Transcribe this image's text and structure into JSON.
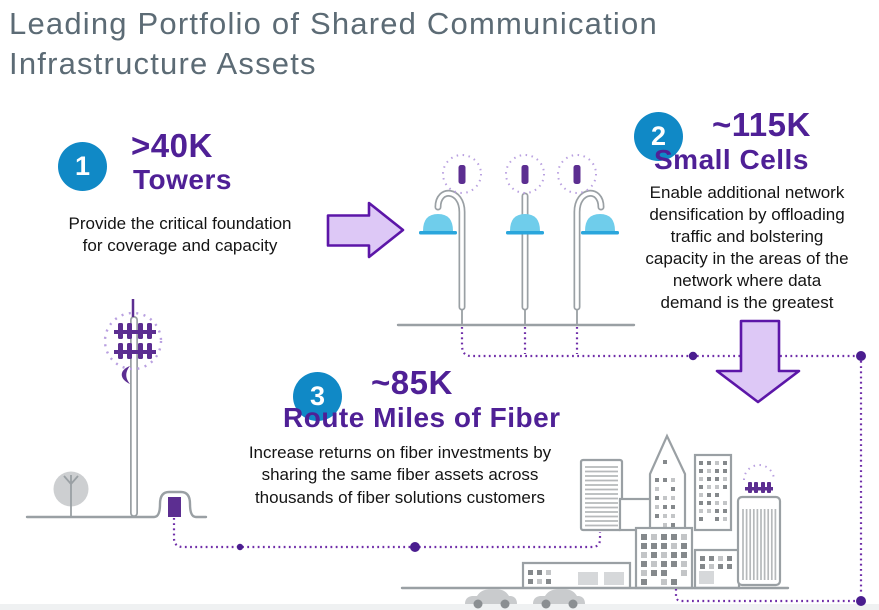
{
  "title": {
    "text": "Leading Portfolio of Shared Communication\nInfrastructure Assets"
  },
  "sections": [
    {
      "number": "1",
      "stat": ">40K",
      "label": "Towers",
      "description": "Provide the critical foundation\nfor coverage and capacity"
    },
    {
      "number": "2",
      "stat": "~115K",
      "label": "Small Cells",
      "description": "Enable additional network\ndensification by offloading\ntraffic and bolstering\ncapacity in the areas of the\nnetwork where data\ndemand is the greatest"
    },
    {
      "number": "3",
      "stat": "~85K",
      "label": "Route Miles of Fiber",
      "description": "Increase returns on fiber investments by\nsharing the same fiber assets across\nthousands of fiber solutions customers"
    }
  ],
  "icons": {
    "tower": "macro-tower-illustration",
    "small_cells": "small-cell-poles-illustration",
    "skyline": "city-skyline-illustration",
    "fiber": "fiber-route-dotted-line",
    "arrow_right": "flow-arrow-right-icon",
    "arrow_down": "flow-arrow-down-icon"
  },
  "colors": {
    "title_gray": "#5c6b75",
    "badge_blue": "#1089c6",
    "heading_purple": "#4f2096",
    "body_text": "#141414",
    "arrow_fill": "#ddc8f6",
    "arrow_stroke": "#5c16a8",
    "fiber_purple": "#6f2da8",
    "node_purple": "#4a1d8f",
    "gray_stroke": "#9aa0a4",
    "gray_light": "#b6b9bb",
    "lamp_blue": "#6fcdeb",
    "lamp_blue_dark": "#2aa6dc",
    "solid_purple": "#5c2e91"
  }
}
